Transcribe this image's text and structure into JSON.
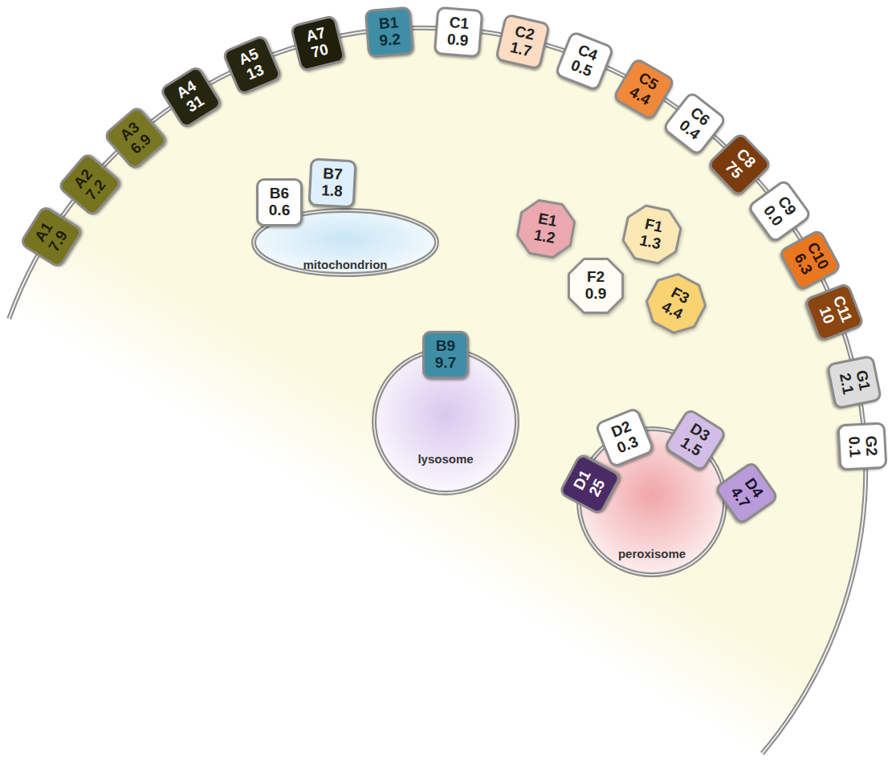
{
  "diagram": {
    "nodes": [
      {
        "text": [
          "A1",
          "7.9"
        ]
      },
      {
        "text": [
          "A2",
          "7.2"
        ]
      },
      {
        "text": [
          "A3",
          "6.9"
        ]
      },
      {
        "text": [
          "A4",
          "31"
        ]
      },
      {
        "text": [
          "A5",
          "13"
        ]
      },
      {
        "text": [
          "A7",
          "70"
        ]
      },
      {
        "text": [
          "B1",
          "9.2"
        ]
      },
      {
        "text": [
          "C1",
          "0.9"
        ]
      },
      {
        "text": [
          "C2",
          "1.7"
        ]
      },
      {
        "text": [
          "C4",
          "0.5"
        ]
      },
      {
        "text": [
          "C5",
          "4.4"
        ]
      },
      {
        "text": [
          "C6",
          "0.4"
        ]
      },
      {
        "text": [
          "C8",
          "75"
        ]
      },
      {
        "text": [
          "C9",
          "0.0"
        ]
      },
      {
        "text": [
          "C10",
          "6.3"
        ]
      },
      {
        "text": [
          "C11",
          "10"
        ]
      },
      {
        "text": [
          "G1",
          "2.1"
        ]
      },
      {
        "text": [
          "G2",
          "0.1"
        ]
      },
      {
        "text": [
          "mitochondrion"
        ]
      },
      {
        "text": [
          "B6",
          "0.6"
        ],
        "in": 18
      },
      {
        "text": [
          "B7",
          "1.8"
        ],
        "in": 18
      },
      {
        "text": [
          "E1",
          "1.2"
        ]
      },
      {
        "text": [
          "F1",
          "1.3"
        ]
      },
      {
        "text": [
          "F2",
          "0.9"
        ]
      },
      {
        "text": [
          "F3",
          "4.4"
        ]
      },
      {
        "text": [
          "lysosome"
        ]
      },
      {
        "text": [
          "B9",
          "9.7"
        ],
        "in": 25
      },
      {
        "text": [
          "peroxisome"
        ]
      },
      {
        "text": [
          "D1",
          "25"
        ],
        "in": 27
      },
      {
        "text": [
          "D2",
          "0.3"
        ],
        "in": 27
      },
      {
        "text": [
          "D3",
          "1.5"
        ],
        "in": 27
      },
      {
        "text": [
          "D4",
          "4.7"
        ],
        "in": 27
      }
    ]
  }
}
